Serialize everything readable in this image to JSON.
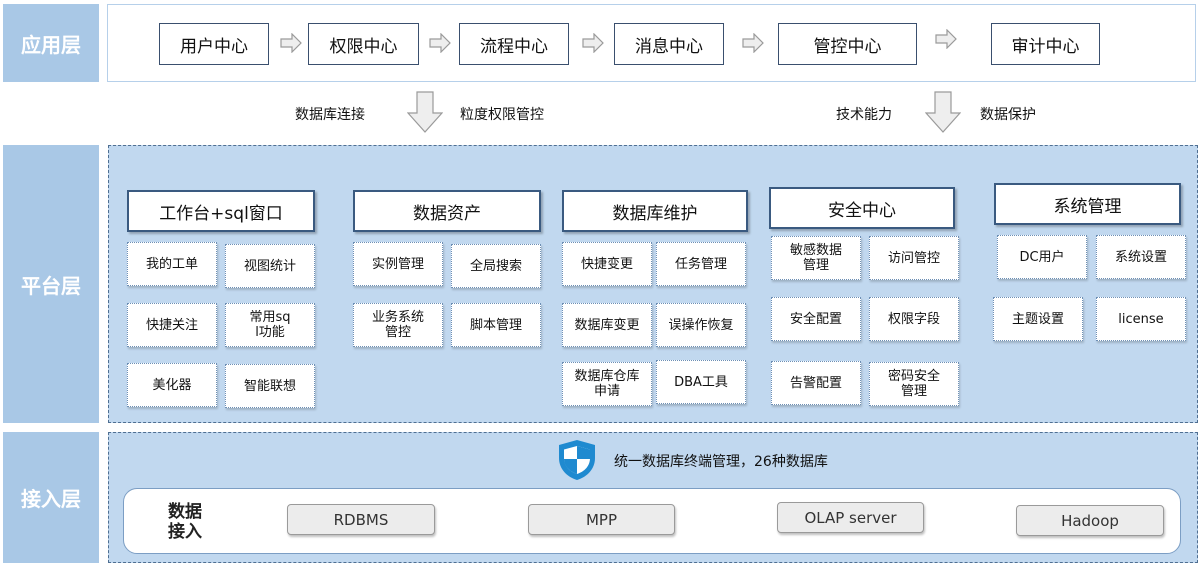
{
  "layers": {
    "application": "应用层",
    "platform": "平台层",
    "access": "接入层"
  },
  "app_modules": [
    "用户中心",
    "权限中心",
    "流程中心",
    "消息中心",
    "管控中心",
    "审计中心"
  ],
  "connectors": {
    "left": [
      "数据库连接",
      "粒度权限管控"
    ],
    "right": [
      "技术能力",
      "数据保护"
    ]
  },
  "platform": {
    "categories": [
      {
        "title": "工作台+sql窗口",
        "items": [
          "我的工单",
          "视图统计",
          "快捷关注",
          "常用sq\nl功能",
          "美化器",
          "智能联想"
        ]
      },
      {
        "title": "数据资产",
        "items": [
          "实例管理",
          "全局搜索",
          "业务系统\n管控",
          "脚本管理"
        ]
      },
      {
        "title": "数据库维护",
        "items": [
          "快捷变更",
          "任务管理",
          "数据库变更",
          "误操作恢复",
          "数据库仓库\n申请",
          "DBA工具"
        ]
      },
      {
        "title": "安全中心",
        "items": [
          "敏感数据\n管理",
          "访问管控",
          "安全配置",
          "权限字段",
          "告警配置",
          "密码安全\n管理"
        ]
      },
      {
        "title": "系统管理",
        "items": [
          "DC用户",
          "系统设置",
          "主题设置",
          "license"
        ]
      }
    ]
  },
  "access": {
    "summary": "统一数据库终端管理，26种数据库",
    "data_access_label": [
      "数据",
      "接入"
    ],
    "db_types": [
      "RDBMS",
      "MPP",
      "OLAP server",
      "Hadoop"
    ],
    "shield_icon": "shield-icon"
  },
  "colors": {
    "layer_label_bg": "#a9c8e6",
    "panel_bg": "#c1d8ef",
    "box_border": "#3a5a80",
    "shield": "#1f8ad0"
  }
}
